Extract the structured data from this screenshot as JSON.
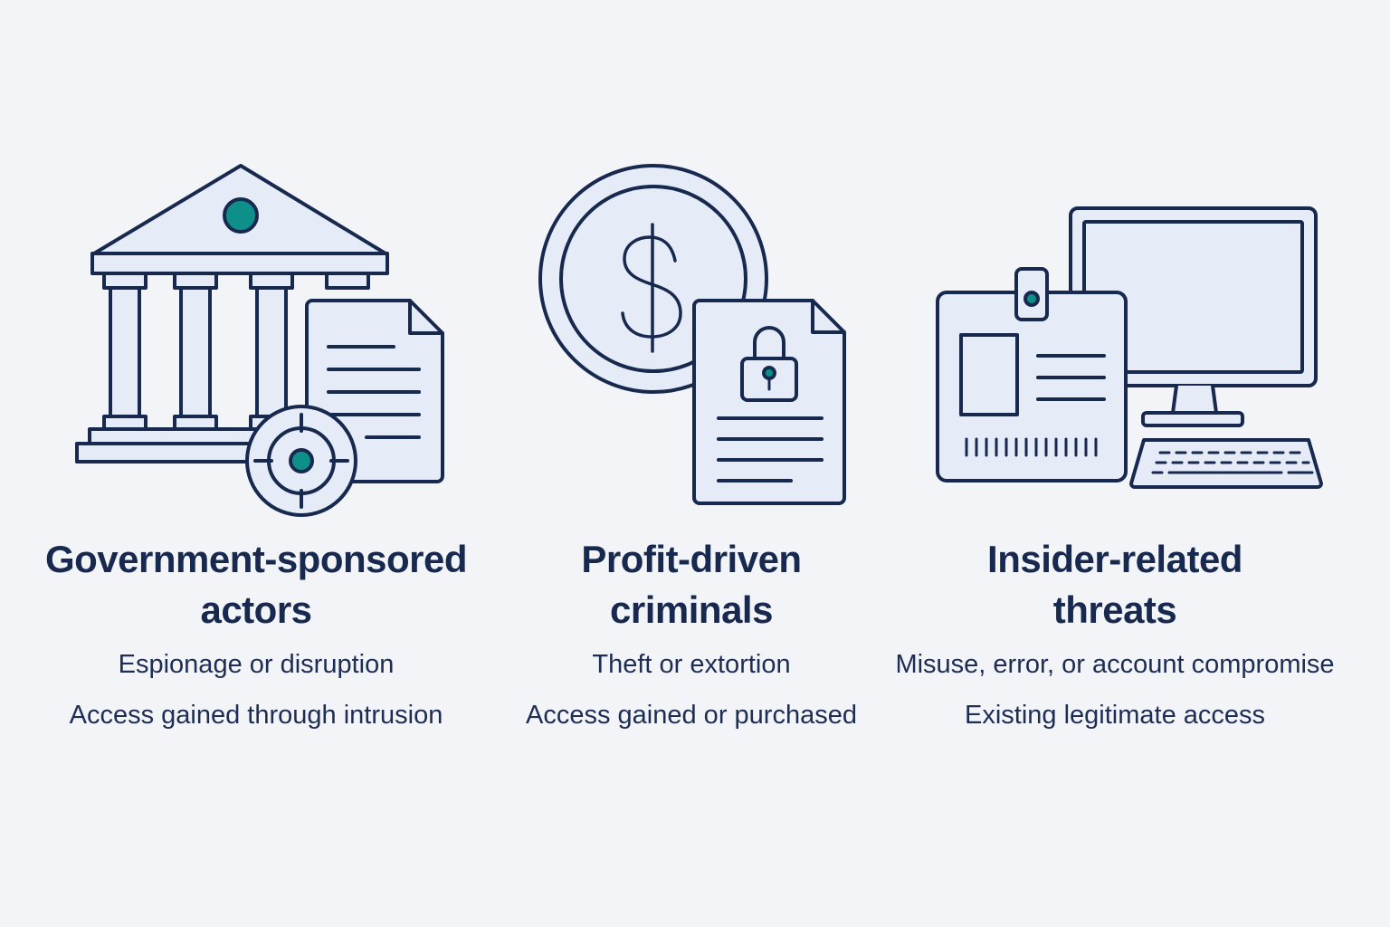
{
  "colors": {
    "background": "#f3f4f8",
    "stroke": "#17294f",
    "icon_fill": "#e6ecf7",
    "accent": "#0e8f8a"
  },
  "columns": [
    {
      "id": "government",
      "icon": "government-building-document-target-icon",
      "title_line1": "Government-sponsored",
      "title_line2": "actors",
      "line1": "Espionage or disruption",
      "line2": "Access gained through intrusion"
    },
    {
      "id": "criminals",
      "icon": "dollar-coin-locked-document-icon",
      "title_line1": "Profit-driven",
      "title_line2": "criminals",
      "line1": "Theft or extortion",
      "line2": "Access gained or purchased"
    },
    {
      "id": "insider",
      "icon": "id-badge-computer-icon",
      "title_line1": "Insider-related",
      "title_line2": "threats",
      "line1": "Misuse, error, or account compromise",
      "line2": "Existing legitimate access"
    }
  ]
}
